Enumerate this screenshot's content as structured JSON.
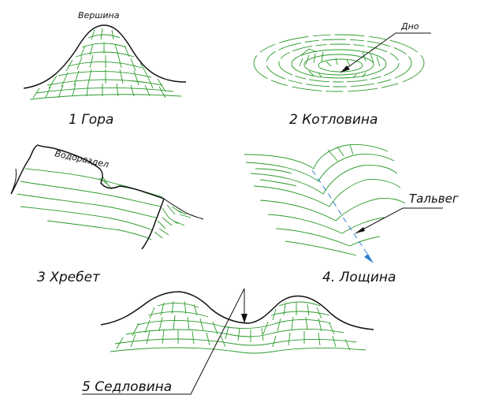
{
  "labels": {
    "gora_caption": "1  Гора",
    "vershina": "Вершина",
    "kotlovina_caption": "2  Котловина",
    "dno": "Дно",
    "khrebet_caption": "3  Хребет",
    "vodorazdel": "Водораздел",
    "loshchina_caption": "4.  Лощина",
    "talveg": "Тальвег",
    "sedlovina_caption": "5  Седловина"
  },
  "colors": {
    "contour": "#2a9a2a",
    "outline": "#111111",
    "thalweg": "#2e7fd0"
  }
}
